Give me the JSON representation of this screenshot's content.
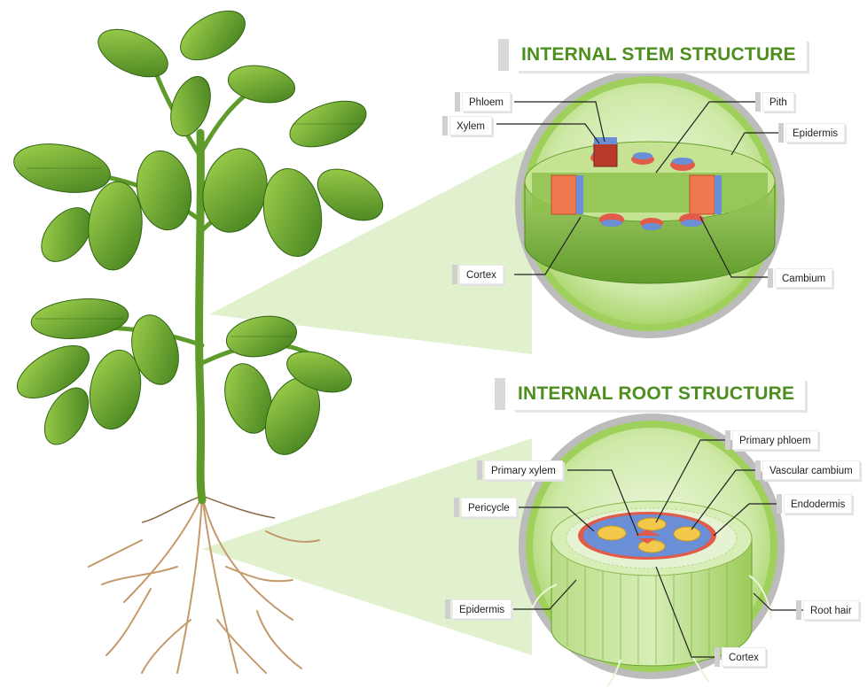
{
  "stem": {
    "title": "INTERNAL STEM STRUCTURE",
    "labels": {
      "phloem": "Phloem",
      "xylem": "Xylem",
      "pith": "Pith",
      "epidermis": "Epidermis",
      "cortex": "Cortex",
      "cambium": "Cambium"
    }
  },
  "root": {
    "title": "INTERNAL ROOT STRUCTURE",
    "labels": {
      "primary_phloem": "Primary phloem",
      "primary_xylem": "Primary xylem",
      "vascular_cambium": "Vascular cambium",
      "pericycle": "Pericycle",
      "endodermis": "Endodermis",
      "epidermis": "Epidermis",
      "root_hair": "Root hair",
      "cortex": "Cortex"
    }
  },
  "colors": {
    "title_green": "#4d8f1f",
    "leaf_dark": "#3f7d1c",
    "leaf_light": "#8cc63f",
    "zoom_fill": "#dcefc4",
    "phloem_red": "#e25b4a",
    "xylem_blue": "#6b8fd6",
    "cambium_orange": "#f07a4f",
    "root_brown": "#c49a6c"
  }
}
